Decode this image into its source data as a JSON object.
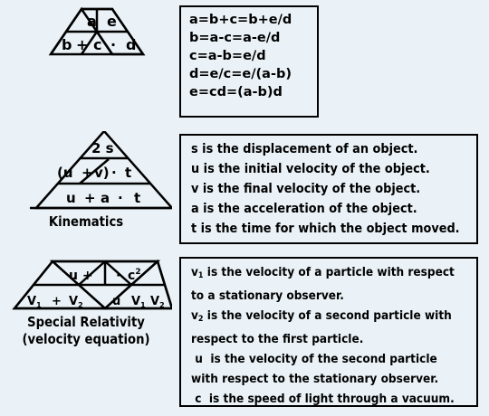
{
  "triangle1": {
    "top_left": "a",
    "top_right": "e",
    "bottom_b": "b",
    "bottom_plus": "+",
    "bottom_c": "c",
    "bottom_dot": "·",
    "bottom_d": "d"
  },
  "box1": {
    "lines": [
      "a=b+c=b+e/d",
      "b=a-c=a-e/d",
      "c=a-b=e/d",
      "d=e/c=e/(a-b)",
      "e=cd=(a-b)d"
    ]
  },
  "triangle2": {
    "top": "2 s",
    "mid_u": "(u",
    "mid_plus": "+",
    "mid_v": "v)",
    "mid_dot": "·",
    "mid_t": "t",
    "bottom_u": "u",
    "bottom_plus": "+",
    "bottom_a": "a",
    "bottom_dot": "·",
    "bottom_t": "t",
    "caption": "Kinematics"
  },
  "box2": {
    "lines": [
      "s  is the displacement of an object.",
      "u  is the initial velocity of the object.",
      "v  is the final velocity of the object.",
      "a  is the acceleration of the object.",
      "t  is the time for which the object moved."
    ]
  },
  "triangle3": {
    "top_left": "u +",
    "top_right_dot": "·",
    "top_right_c": "c",
    "top_right_sup": "2",
    "bl_v": "V",
    "bl_sub1": "1",
    "bl_plus": "+",
    "bl_v2": "V",
    "bl_sub2": "2",
    "br_u": "u",
    "br_v1": "V",
    "br_sub1": "1",
    "br_v2": "V",
    "br_sub2": "2",
    "caption_line1": "Special Relativity",
    "caption_line2": "(velocity equation)"
  },
  "box3": {
    "v1_sym": "v",
    "v1_sub": "1",
    "v1_rest": " is the velocity of a particle with respect",
    "line2": "to a stationary observer.",
    "v2_sym": "v",
    "v2_sub": "2",
    "v2_rest": " is the velocity of a second particle with",
    "line4": "respect to the first particle.",
    "line5": " u  is the velocity of the second particle",
    "line6": "with respect to the stationary observer.",
    "line7": " c  is the speed of light through a vacuum."
  }
}
